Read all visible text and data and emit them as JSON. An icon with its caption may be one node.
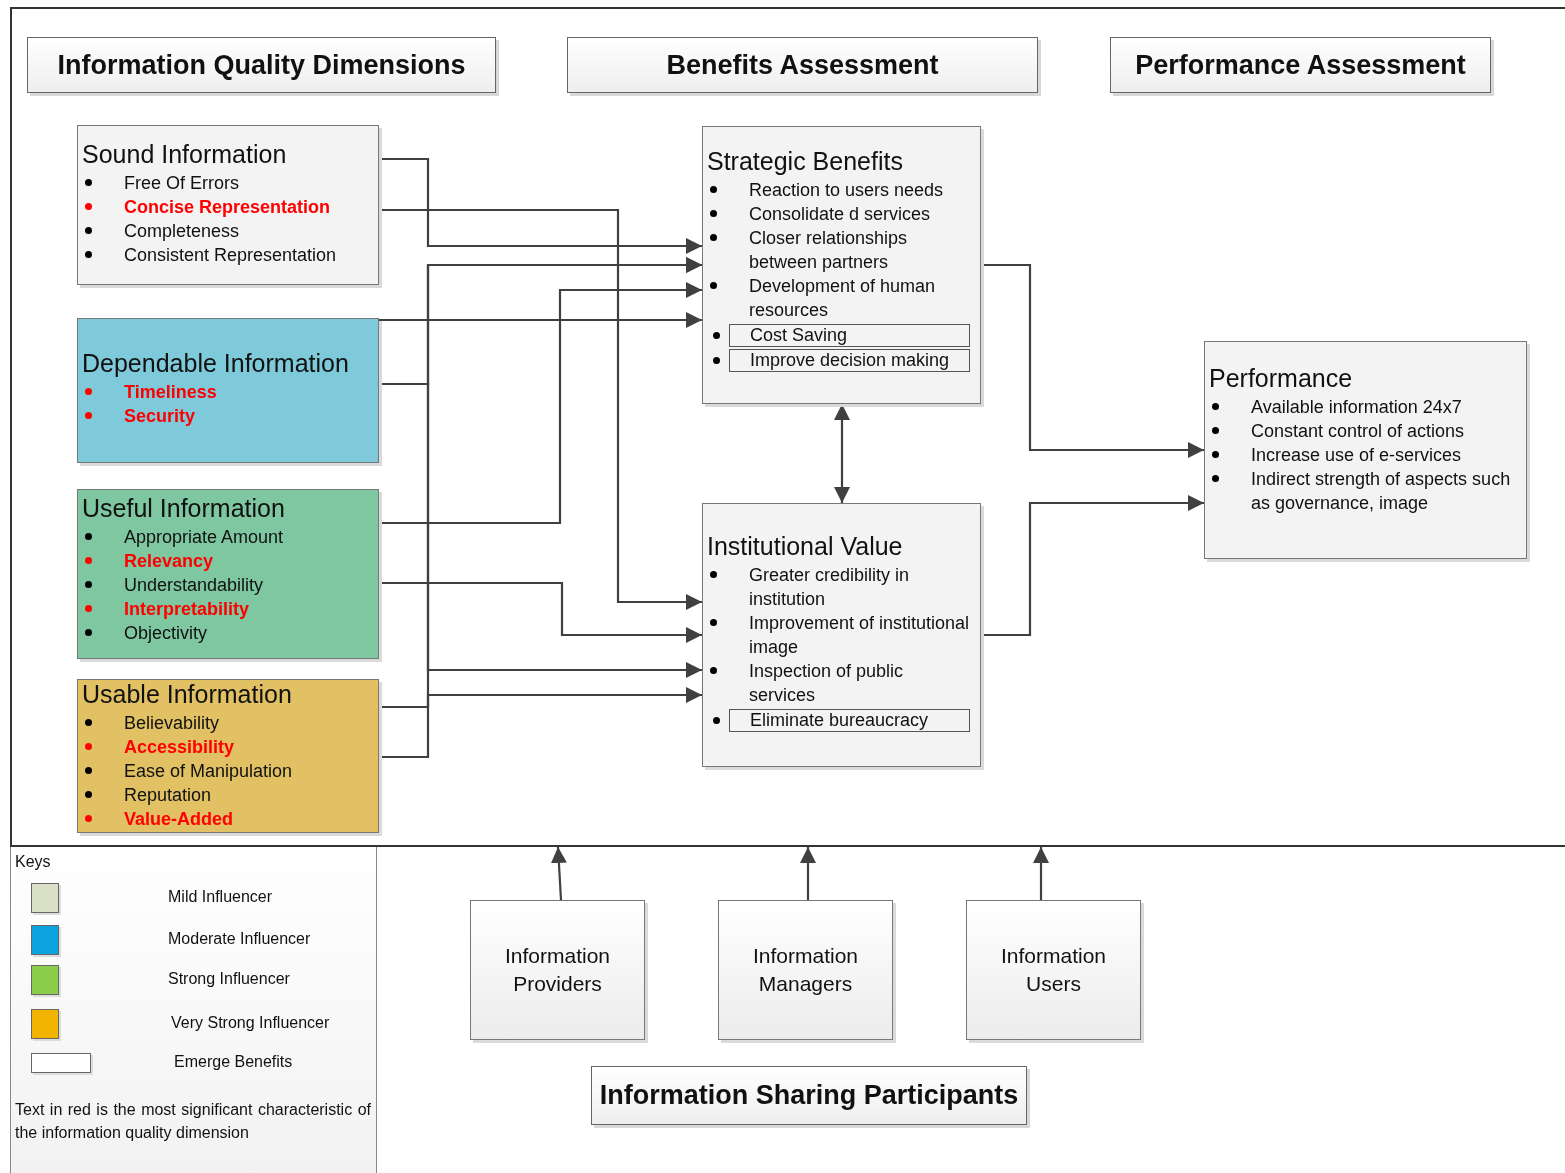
{
  "diagram": {
    "nodes": [
      {
        "text": [],
        "shape": "box"
      },
      {
        "text": [
          "Information Quality Dimensions"
        ],
        "in": 0
      },
      {
        "text": [
          "Benefits Assessment"
        ],
        "in": 0
      },
      {
        "text": [
          "Performance Assessment"
        ],
        "in": 0
      },
      {
        "text": [
          "Sound Information",
          "Free Of Errors",
          "**Concise Representation**",
          "Completeness",
          "Consistent Representation"
        ],
        "in": 0
      },
      {
        "text": [
          "Dependable Information",
          "**Timeliness**",
          "**Security**"
        ],
        "in": 0
      },
      {
        "text": [
          "Useful Information",
          "Appropriate Amount",
          "**Relevancy**",
          "Understandability",
          "**Interpretability**",
          "Objectivity"
        ],
        "in": 0
      },
      {
        "text": [
          "Usable Information",
          "Believability",
          "**Accessibility**",
          "Ease of Manipulation",
          "Reputation",
          "**Value-Added**"
        ],
        "in": 0
      },
      {
        "text": [
          "Strategic Benefits",
          "Reaction to users needs",
          "Consolidate d services",
          "Closer relationships between partners",
          "Development of human resources",
          "Cost Saving",
          "Improve decision making"
        ],
        "in": 0
      },
      {
        "text": [
          "Institutional Value",
          "Greater credibility in institution",
          "Improvement of institutional image",
          "Inspection of public services",
          "Eliminate bureaucracy"
        ],
        "in": 0
      },
      {
        "text": [
          "Performance",
          "Available information 24x7",
          "Constant control of actions",
          "Increase use of e-services",
          "Indirect strength of aspects such as governance, image"
        ],
        "in": 0
      },
      {
        "text": [
          "Information Providers"
        ]
      },
      {
        "text": [
          "Information Managers"
        ]
      },
      {
        "text": [
          "Information Users"
        ]
      },
      {
        "text": [
          "Information Sharing Participants"
        ]
      }
    ],
    "edges": [
      {
        "from": 4,
        "to": 8,
        "arrow": "to"
      },
      {
        "from": 4,
        "to": 9,
        "arrow": "to"
      },
      {
        "from": 5,
        "to": 8,
        "arrow": "to"
      },
      {
        "from": 5,
        "to": 8,
        "arrow": "to"
      },
      {
        "from": 5,
        "to": 9,
        "arrow": "to"
      },
      {
        "from": 6,
        "to": 8,
        "arrow": "to"
      },
      {
        "from": 6,
        "to": 9,
        "arrow": "to"
      },
      {
        "from": 7,
        "to": 8,
        "arrow": "to"
      },
      {
        "from": 7,
        "to": 9,
        "arrow": "to"
      },
      {
        "from": 8,
        "to": 9,
        "arrow": "both"
      },
      {
        "from": 8,
        "to": 10,
        "arrow": "to"
      },
      {
        "from": 9,
        "to": 10,
        "arrow": "to"
      },
      {
        "from": 11,
        "to": 0,
        "arrow": "to"
      },
      {
        "from": 12,
        "to": 0,
        "arrow": "to"
      },
      {
        "from": 13,
        "to": 0,
        "arrow": "to"
      }
    ],
    "labels": [
      "Keys",
      "Text in red is the most significant characteristic of the information quality dimension"
    ],
    "legend": [
      {
        "text": "Mild Influencer",
        "color": "#d9e0c6"
      },
      {
        "text": "Moderate Influencer",
        "color": "#0aa3e0"
      },
      {
        "text": "Strong Influencer",
        "color": "#8cce4a"
      },
      {
        "text": "Very Strong Influencer",
        "color": "#f2b400"
      },
      {
        "text": "Emerge Benefits",
        "color": "#ffffff"
      }
    ]
  }
}
